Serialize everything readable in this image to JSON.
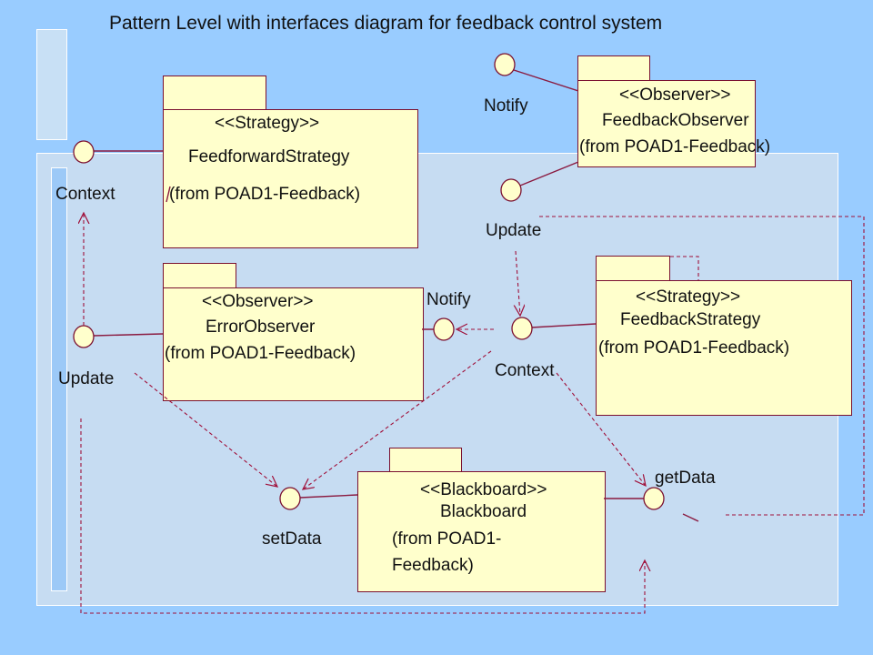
{
  "title": "Pattern Level with interfaces diagram for feedback control system",
  "colors": {
    "background": "#99ccff",
    "panel": "#c6dcf2",
    "package_fill": "#ffffcc",
    "line": "#7a1030",
    "dashed_arrow": "#a0103a"
  },
  "packages": {
    "feedforward": {
      "stereotype": "<<Strategy>>",
      "name": "FeedforwardStrategy",
      "origin": "(from POAD1-Feedback)"
    },
    "feedback_observer": {
      "stereotype": "<<Observer>>",
      "name": "FeedbackObserver",
      "origin": "(from POAD1-Feedback)"
    },
    "error_observer": {
      "stereotype": "<<Observer>>",
      "name": "ErrorObserver",
      "origin": "(from POAD1-Feedback)"
    },
    "feedback_strategy": {
      "stereotype": "<<Strategy>>",
      "name": "FeedbackStrategy",
      "origin": "(from POAD1-Feedback)"
    },
    "blackboard": {
      "stereotype": "<<Blackboard>>",
      "name": "Blackboard",
      "origin_line1": "(from POAD1-",
      "origin_line2": "Feedback)"
    }
  },
  "interfaces": {
    "context_left": "Context",
    "notify_top": "Notify",
    "update_top": "Update",
    "update_left": "Update",
    "notify_mid": "Notify",
    "context_mid": "Context",
    "set_data": "setData",
    "get_data": "getData"
  }
}
